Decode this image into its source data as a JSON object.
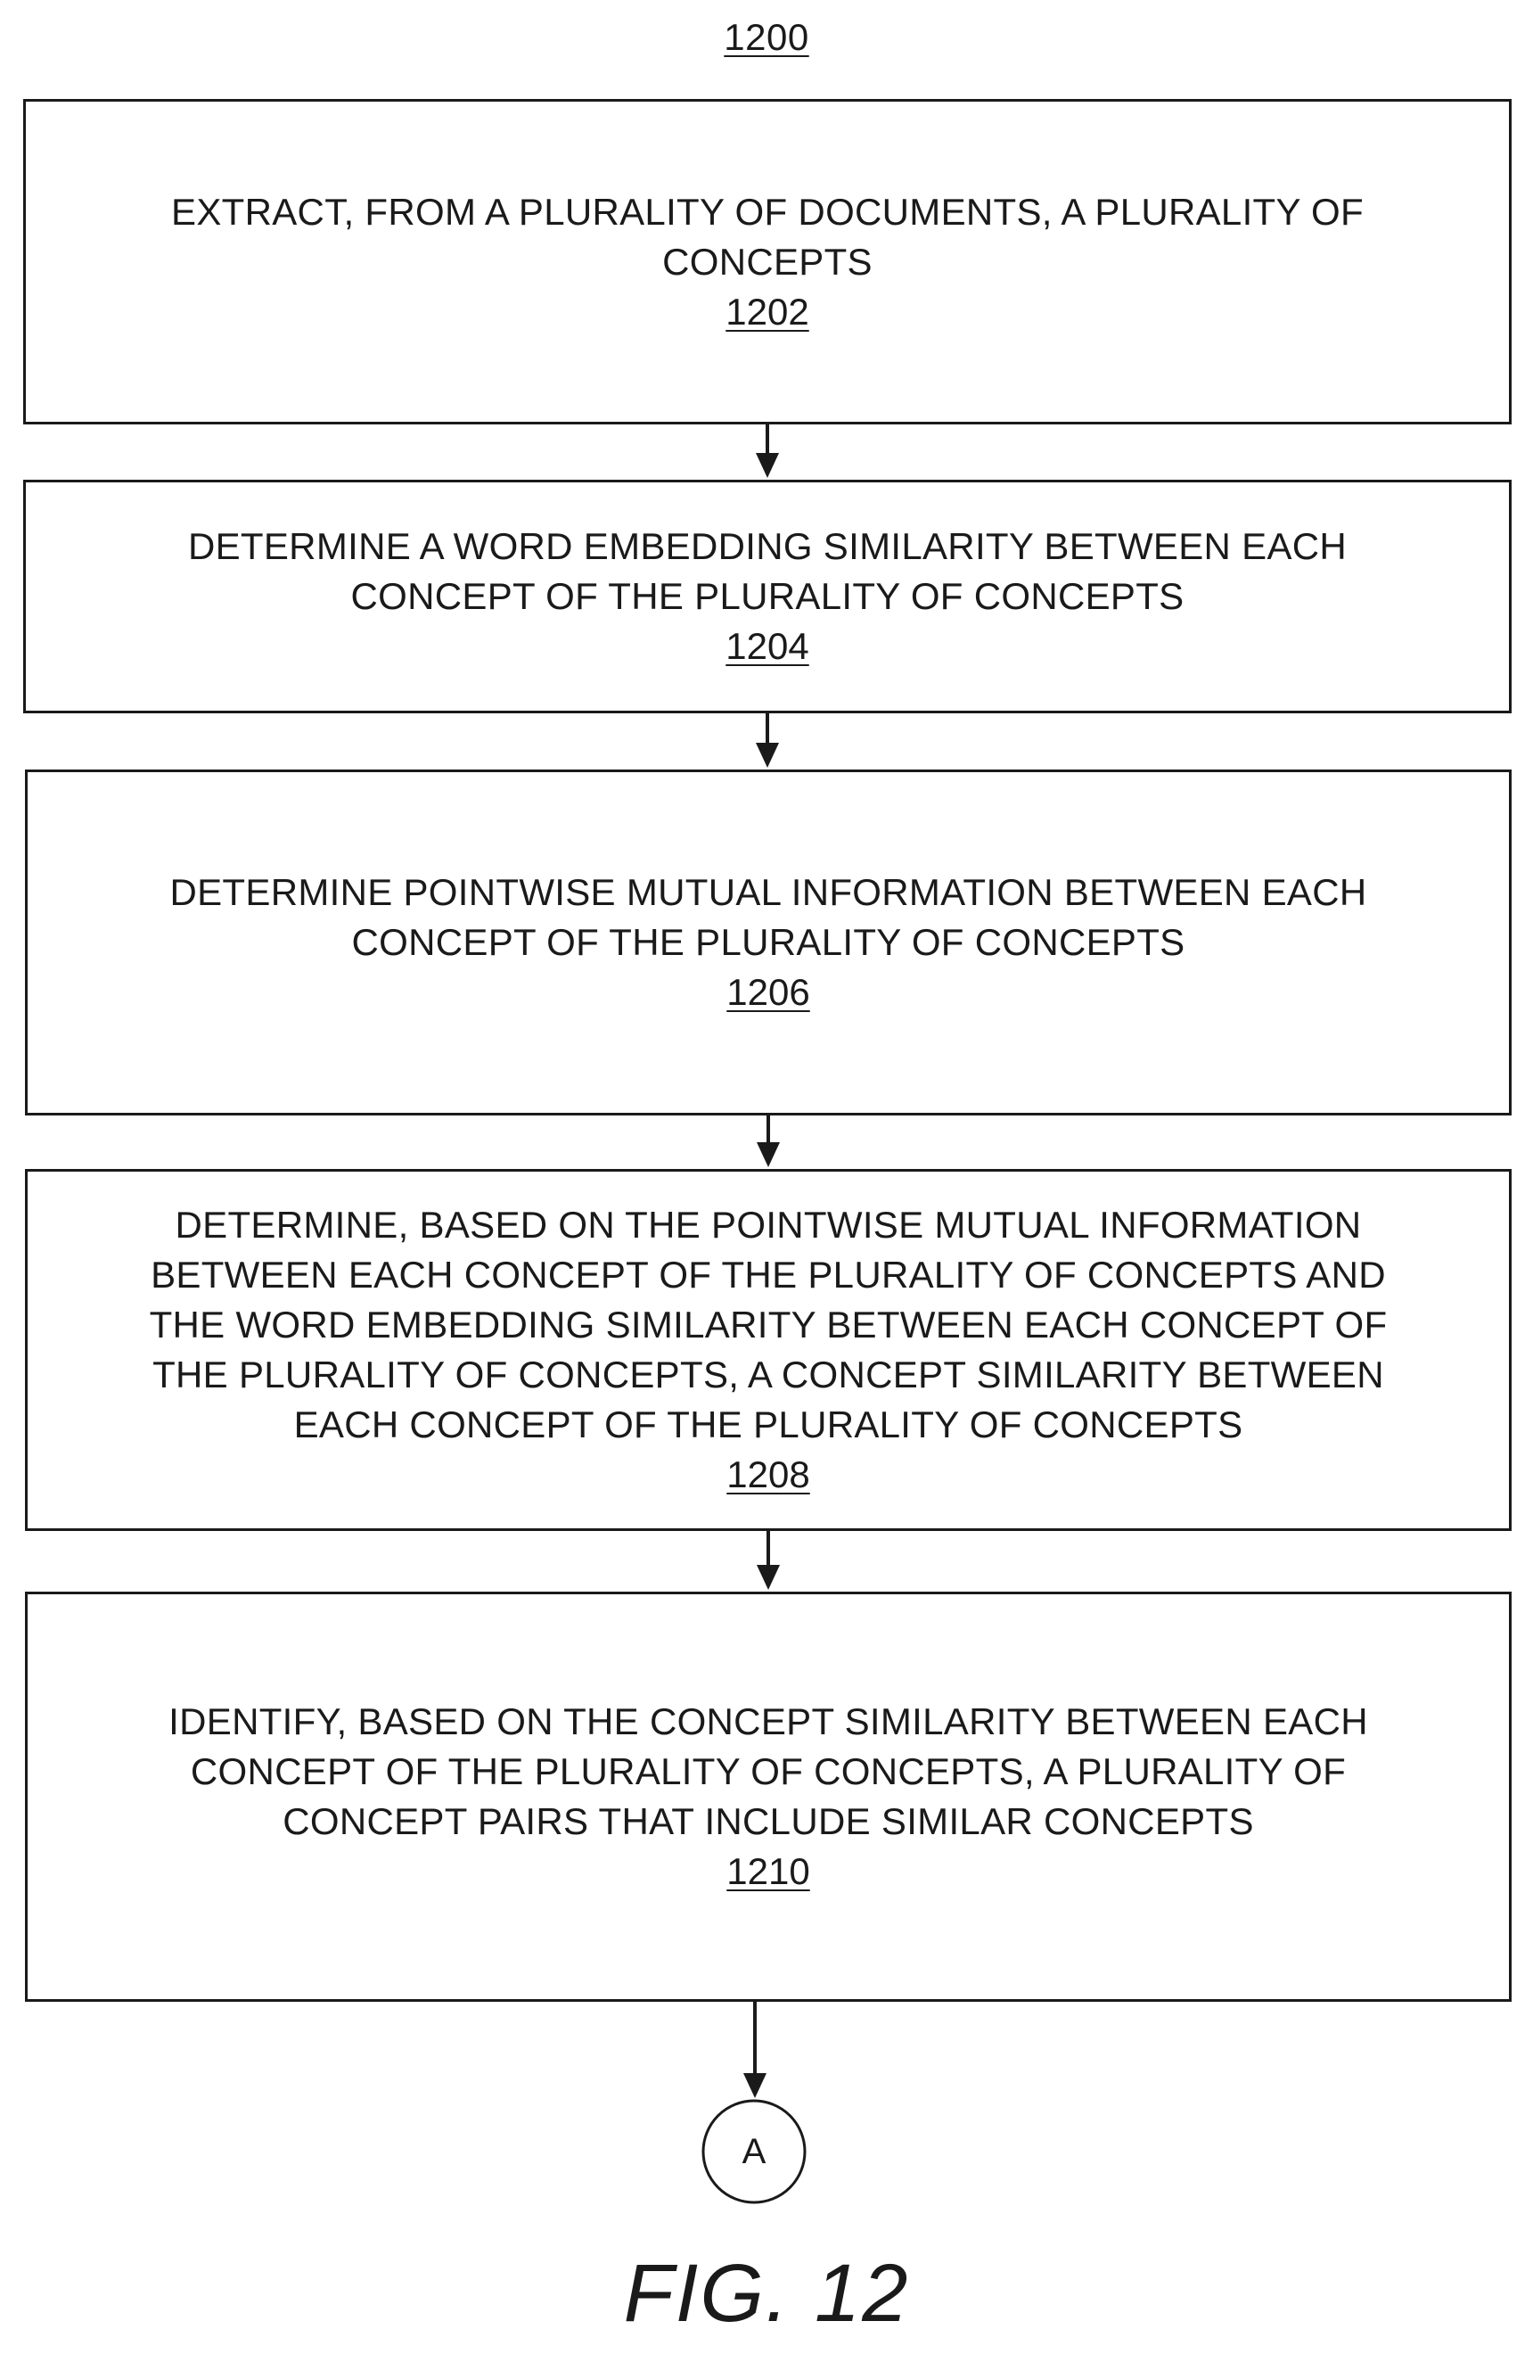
{
  "diagram": {
    "figure_number": "1200",
    "steps": [
      {
        "text": "EXTRACT, FROM A PLURALITY OF DOCUMENTS, A PLURALITY OF\nCONCEPTS",
        "ref": "1202"
      },
      {
        "text": "DETERMINE A WORD EMBEDDING SIMILARITY BETWEEN EACH\nCONCEPT OF THE PLURALITY OF CONCEPTS",
        "ref": "1204"
      },
      {
        "text": "DETERMINE POINTWISE MUTUAL INFORMATION BETWEEN EACH\nCONCEPT OF THE PLURALITY OF CONCEPTS",
        "ref": "1206"
      },
      {
        "text": "DETERMINE, BASED ON THE POINTWISE MUTUAL INFORMATION\nBETWEEN EACH CONCEPT OF THE PLURALITY OF CONCEPTS AND\nTHE WORD EMBEDDING SIMILARITY BETWEEN EACH CONCEPT OF\nTHE PLURALITY OF CONCEPTS, A CONCEPT SIMILARITY BETWEEN\nEACH CONCEPT OF THE PLURALITY OF CONCEPTS",
        "ref": "1208"
      },
      {
        "text": "IDENTIFY, BASED ON THE CONCEPT SIMILARITY BETWEEN EACH\nCONCEPT OF THE PLURALITY OF CONCEPTS, A PLURALITY OF\nCONCEPT PAIRS THAT INCLUDE SIMILAR CONCEPTS",
        "ref": "1210"
      }
    ],
    "off_page_connector": "A",
    "caption": "FIG. 12"
  }
}
